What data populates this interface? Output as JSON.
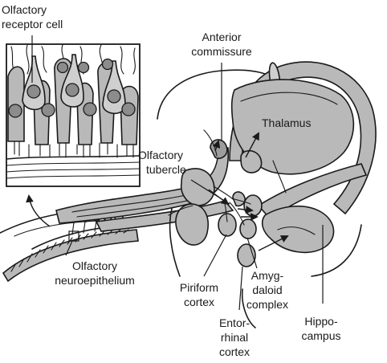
{
  "labels": {
    "olfactory_receptor_cell_1": "Olfactory",
    "olfactory_receptor_cell_2": "receptor cell",
    "anterior_commissure_1": "Anterior",
    "anterior_commissure_2": "commissure",
    "thalamus": "Thalamus",
    "olfactory_tubercle_1": "Olfactory",
    "olfactory_tubercle_2": "tubercle",
    "olfactory_neuroepithelium_1": "Olfactory",
    "olfactory_neuroepithelium_2": "neuroepithelium",
    "piriform_cortex_1": "Piriform",
    "piriform_cortex_2": "cortex",
    "amygdaloid_complex_1": "Amyg-",
    "amygdaloid_complex_2": "daloid",
    "amygdaloid_complex_3": "complex",
    "entorhinal_cortex_1": "Entor-",
    "entorhinal_cortex_2": "rhinal",
    "entorhinal_cortex_3": "cortex",
    "hippocampus_1": "Hippo-",
    "hippocampus_2": "campus"
  },
  "colors": {
    "tissue": "#b9b9b9",
    "tissue_dark": "#9d9d9d",
    "nucleus": "#8c8c8c",
    "ink": "#1a1a1a"
  }
}
